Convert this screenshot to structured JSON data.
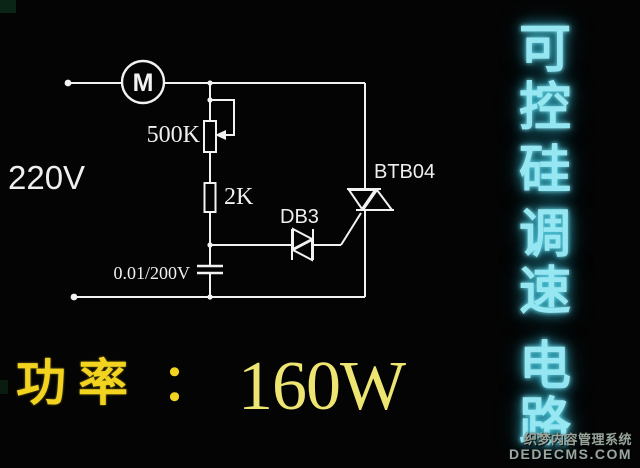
{
  "side_title": {
    "text": "可控硅调速电路",
    "chars": [
      "可",
      "控",
      "硅",
      "调",
      "速",
      "电",
      "路"
    ],
    "color": "#97e7f3"
  },
  "circuit": {
    "line_color": "#f2f2f2",
    "source_label": "220V",
    "motor_label": "M",
    "potentiometer_label": "500K",
    "resistor_label": "2K",
    "capacitor_label": "0.01/200V",
    "diac_label": "DB3",
    "triac_label": "BTB04"
  },
  "power_line": {
    "label": "功率",
    "colon": "：",
    "value": "160W",
    "label_color": "#f2d31f",
    "value_color": "#ede472"
  },
  "watermark": {
    "line1": "织梦内容管理系统",
    "line2": "DEDECMS.COM"
  }
}
